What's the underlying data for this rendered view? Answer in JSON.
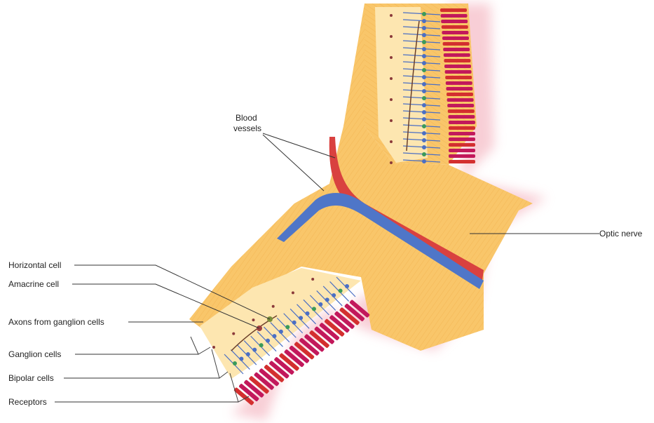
{
  "labels": {
    "blood_vessels_line1": "Blood",
    "blood_vessels_line2": "vessels",
    "optic_nerve": "Optic nerve",
    "horizontal_cell": "Horizontal cell",
    "amacrine_cell": "Amacrine cell",
    "axons": "Axons from ganglion cells",
    "ganglion_cells": "Ganglion cells",
    "bipolar_cells": "Bipolar cells",
    "receptors": "Receptors"
  },
  "colors": {
    "nerve_fiber": "#f9c66a",
    "nerve_light": "#fde6b0",
    "artery": "#d9413f",
    "vein": "#4f76c8",
    "receptor_magenta": "#c2185b",
    "receptor_red": "#d32f2f",
    "bipolar_blue": "#4b6fc4",
    "ganglion_green": "#3a9a5a",
    "glow_pink": "#f7c6cf"
  }
}
